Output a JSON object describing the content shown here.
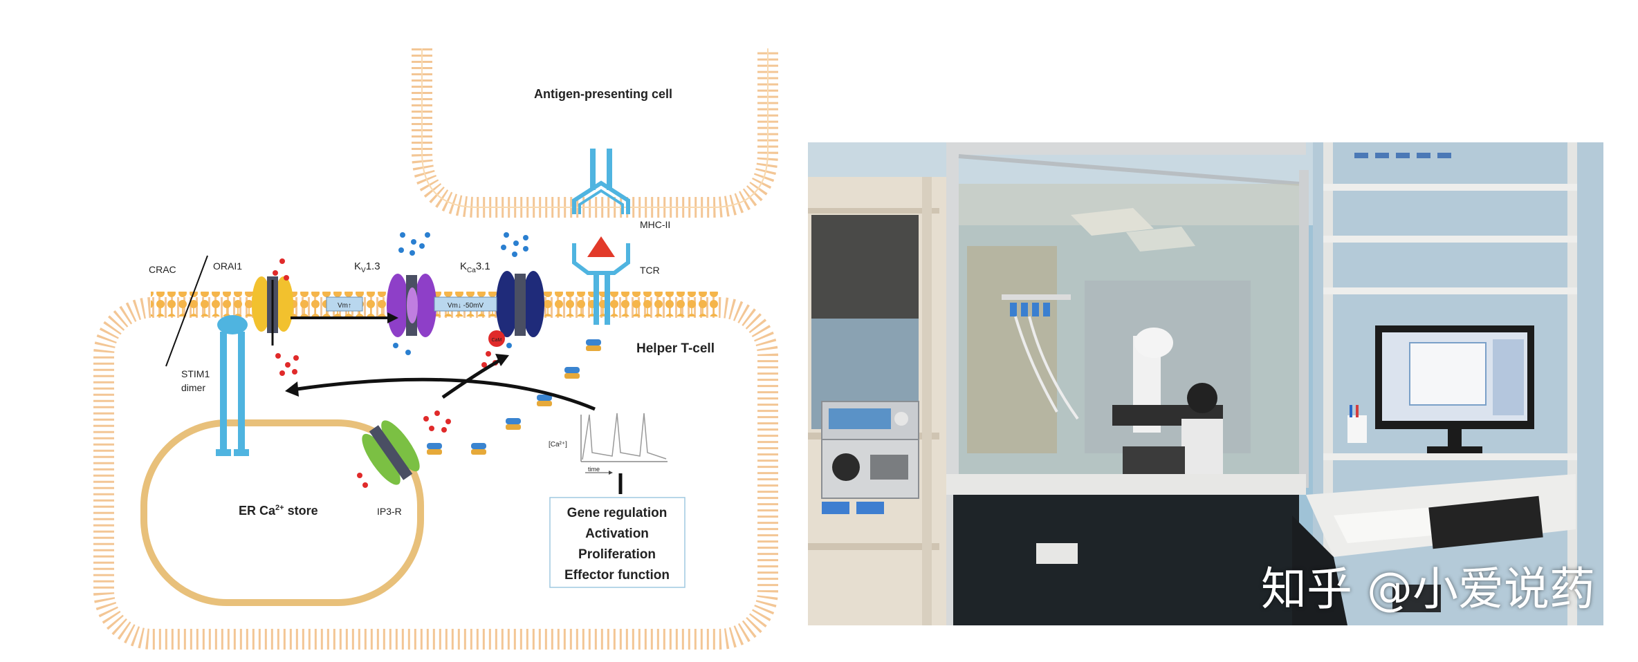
{
  "diagram": {
    "labels": {
      "apc": "Antigen-presenting cell",
      "mhc": "MHC-II",
      "tcr": "TCR",
      "crac": "CRAC",
      "orai1": "ORAI1",
      "kv_base": "K",
      "kv_sub": "V",
      "kv_num": "1.3",
      "kca_base": "K",
      "kca_sub": "Ca",
      "kca_num": "3.1",
      "vm1": "Vm↑",
      "vm2": "Vm↓ -50mV",
      "cam": "CaM",
      "helper": "Helper T-cell",
      "stim_line1": "STIM1",
      "stim_line2": "dimer",
      "er_base": "ER Ca",
      "er_sup": "2+",
      "er_tail": " store",
      "ip3r": "IP3-R",
      "ca_axis": "[Ca²⁺]",
      "time_axis": "time"
    },
    "outcomes": [
      "Gene regulation",
      "Activation",
      "Proliferation",
      "Effector function"
    ],
    "colors": {
      "membrane": "#f5b54a",
      "membrane_outline": "#f2c089",
      "er": "#e8c07a",
      "receptor": "#4fb4e0",
      "mhc_antigen": "#e23a2a",
      "ion_red": "#e02a2a",
      "ion_blue": "#2a7fd0",
      "kv": "#8e3fc8",
      "kca": "#1f2b7a",
      "ip3r": "#7bc043",
      "messenger_blue": "#3a84d0",
      "messenger_gold": "#e6a93a"
    }
  },
  "photo": {
    "watermark": "知乎 @小爱说药"
  }
}
